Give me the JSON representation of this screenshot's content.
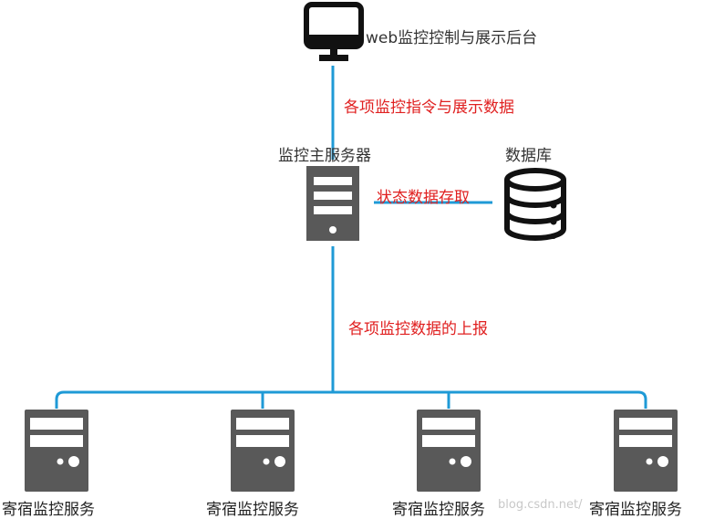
{
  "top": {
    "label": "web监控控制与展示后台"
  },
  "links": {
    "upper": "各项监控指令与展示数据",
    "storage": "状态数据存取",
    "lower": "各项监控数据的上报"
  },
  "main_server": {
    "label": "监控主服务器"
  },
  "database": {
    "label": "数据库"
  },
  "hosts": [
    {
      "label": "寄宿监控服务"
    },
    {
      "label": "寄宿监控服务"
    },
    {
      "label": "寄宿监控服务"
    },
    {
      "label": "寄宿监控服务"
    }
  ],
  "watermark": "blog.csdn.net/",
  "colors": {
    "line": "#1f9ad6",
    "icon": "#595959",
    "red_text": "#e02020"
  }
}
